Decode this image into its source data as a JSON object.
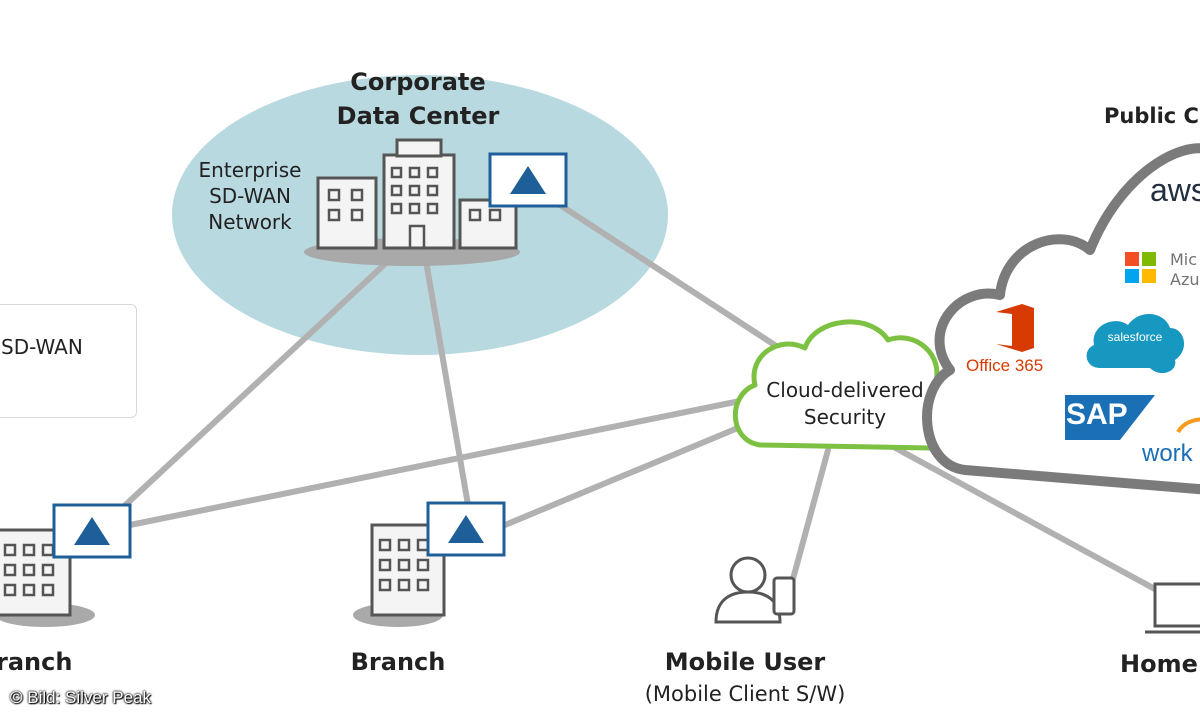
{
  "data_center": {
    "title_line1": "Corporate",
    "title_line2": "Data Center",
    "network_line1": "Enterprise",
    "network_line2": "SD-WAN",
    "network_line3": "Network"
  },
  "legend": {
    "label": "SD-WAN"
  },
  "security": {
    "line1": "Cloud-delivered",
    "line2": "Security"
  },
  "public_cloud": {
    "title": "Public C",
    "aws": "aws",
    "microsoft_line1": "Mic",
    "microsoft_line2": "Azu",
    "office365": "Office 365",
    "salesforce": "salesforce",
    "sap": "SAP",
    "workday": "work"
  },
  "branch_left": {
    "label": "ranch"
  },
  "branch_center": {
    "label": "Branch"
  },
  "mobile_user": {
    "title": "Mobile User",
    "subtitle": "(Mobile Client S/W)"
  },
  "home": {
    "label": "Home"
  },
  "copyright": "© Bild: Silver Peak",
  "colors": {
    "dc_bubble": "#b9d9e0",
    "connector": "#b1b1b1",
    "appliance_blue": "#1f5f99",
    "security_green": "#7cc142",
    "cloud_stroke": "#7b7b7b",
    "office_red": "#d83b01",
    "salesforce_blue": "#1798c1",
    "sap_blue": "#1a6fb5",
    "aws_orange": "#f79b1e"
  }
}
